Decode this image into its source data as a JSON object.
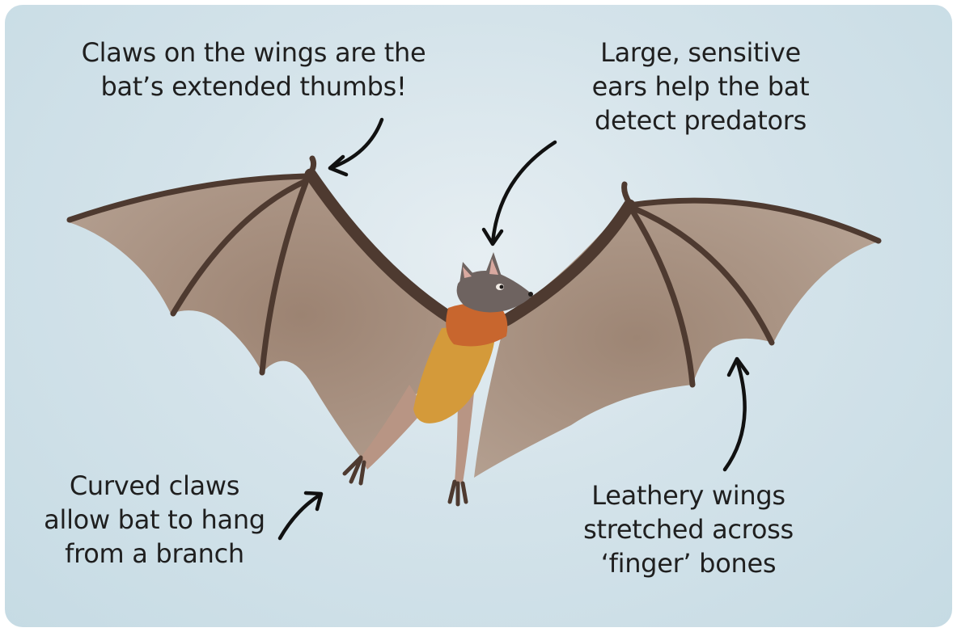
{
  "annotations": {
    "thumbs": {
      "line1": "Claws on the wings are the",
      "line2": "bat’s extended thumbs!"
    },
    "ears": {
      "line1": "Large, sensitive",
      "line2": "ears help the bat",
      "line3": "detect predators"
    },
    "feet": {
      "line1": "Curved claws",
      "line2": "allow bat to hang",
      "line3": "from a branch"
    },
    "wings": {
      "line1": "Leathery wings",
      "line2": "stretched across",
      "line3": "‘finger’ bones"
    }
  },
  "colors": {
    "sky": "#d4e3ea",
    "wing_membrane": "#a48c7b",
    "wing_bones": "#4e3a30",
    "fur_body": "#d49a3a",
    "collar": "#c8662e",
    "head": "#6e6360",
    "text": "#1f1f1f"
  }
}
